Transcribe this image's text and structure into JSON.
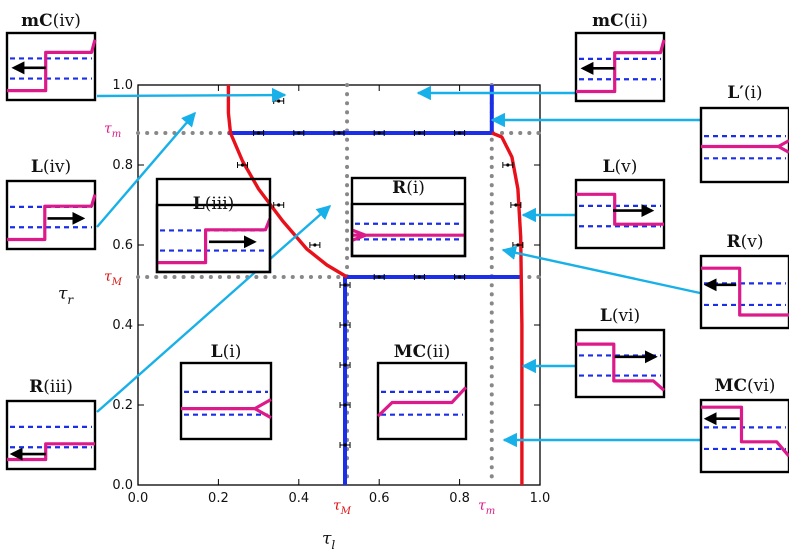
{
  "chart_data": {
    "type": "diagram",
    "xlabel": "τ",
    "xlabel_sub": "l",
    "ylabel": "τ",
    "ylabel_sub": "r",
    "xlim": [
      0.0,
      1.0
    ],
    "ylim": [
      0.0,
      1.0
    ],
    "x_ticks": [
      "0.0",
      "0.2",
      "0.4",
      "0.6",
      "0.8",
      "1.0"
    ],
    "y_ticks": [
      "0.0",
      "0.2",
      "0.4",
      "0.6",
      "0.8",
      "1.0"
    ],
    "thresholds": {
      "tau_M": 0.52,
      "tau_m": 0.88,
      "tau_M_label": "τ",
      "tau_M_sub": "M",
      "tau_m_label": "τ",
      "tau_m_sub": "m"
    },
    "colors": {
      "red_curve": "#e8101a",
      "blue_line": "#1b2ee8",
      "dotted_line": "#888888",
      "arrow": "#18b0e8",
      "profile": "#dd1a8a",
      "dashed": "#1b2ee8",
      "threshold_red": "#dd1111",
      "threshold_magenta": "#dd1a8a"
    },
    "red_curve": [
      [
        0.225,
        1.0
      ],
      [
        0.225,
        0.93
      ],
      [
        0.23,
        0.88
      ],
      [
        0.26,
        0.81
      ],
      [
        0.3,
        0.74
      ],
      [
        0.36,
        0.66
      ],
      [
        0.42,
        0.59
      ],
      [
        0.47,
        0.55
      ],
      [
        0.52,
        0.52
      ]
    ],
    "red_curve_right": [
      [
        0.955,
        0.0
      ],
      [
        0.955,
        0.4
      ],
      [
        0.952,
        0.62
      ],
      [
        0.945,
        0.74
      ],
      [
        0.93,
        0.82
      ],
      [
        0.905,
        0.87
      ],
      [
        0.88,
        0.88
      ]
    ],
    "blue_segments": [
      [
        [
          0.225,
          0.88
        ],
        [
          0.88,
          0.88
        ]
      ],
      [
        [
          0.88,
          0.88
        ],
        [
          0.88,
          1.0
        ]
      ],
      [
        [
          0.52,
          0.52
        ],
        [
          0.95,
          0.52
        ]
      ],
      [
        [
          0.515,
          0.0
        ],
        [
          0.515,
          0.52
        ]
      ]
    ],
    "error_points": [
      {
        "x": 0.3,
        "y": 0.88
      },
      {
        "x": 0.4,
        "y": 0.88
      },
      {
        "x": 0.5,
        "y": 0.88
      },
      {
        "x": 0.6,
        "y": 0.88
      },
      {
        "x": 0.7,
        "y": 0.88
      },
      {
        "x": 0.8,
        "y": 0.88
      },
      {
        "x": 0.35,
        "y": 0.96
      },
      {
        "x": 0.26,
        "y": 0.8
      },
      {
        "x": 0.35,
        "y": 0.7
      },
      {
        "x": 0.44,
        "y": 0.6
      },
      {
        "x": 0.6,
        "y": 0.52
      },
      {
        "x": 0.7,
        "y": 0.52
      },
      {
        "x": 0.8,
        "y": 0.52
      },
      {
        "x": 0.515,
        "y": 0.5
      },
      {
        "x": 0.515,
        "y": 0.4
      },
      {
        "x": 0.515,
        "y": 0.3
      },
      {
        "x": 0.515,
        "y": 0.2
      },
      {
        "x": 0.515,
        "y": 0.1
      },
      {
        "x": 0.92,
        "y": 0.8
      },
      {
        "x": 0.94,
        "y": 0.7
      },
      {
        "x": 0.945,
        "y": 0.6
      }
    ],
    "inner_labels": [
      {
        "bold": "L",
        "rest": "(iii)"
      },
      {
        "bold": "R",
        "rest": "(i)"
      },
      {
        "bold": "L",
        "rest": "(i)"
      },
      {
        "bold": "MC",
        "rest": "(ii)"
      }
    ],
    "outer_labels": [
      {
        "bold": "mC",
        "rest": "(iv)"
      },
      {
        "bold": "L",
        "rest": "(iv)"
      },
      {
        "bold": "R",
        "rest": "(iii)"
      },
      {
        "bold": "mC",
        "rest": "(ii)"
      },
      {
        "bold": "L′",
        "rest": "(i)"
      },
      {
        "bold": "L",
        "rest": "(v)"
      },
      {
        "bold": "R",
        "rest": "(v)"
      },
      {
        "bold": "L",
        "rest": "(vi)"
      },
      {
        "bold": "MC",
        "rest": "(vi)"
      }
    ]
  }
}
